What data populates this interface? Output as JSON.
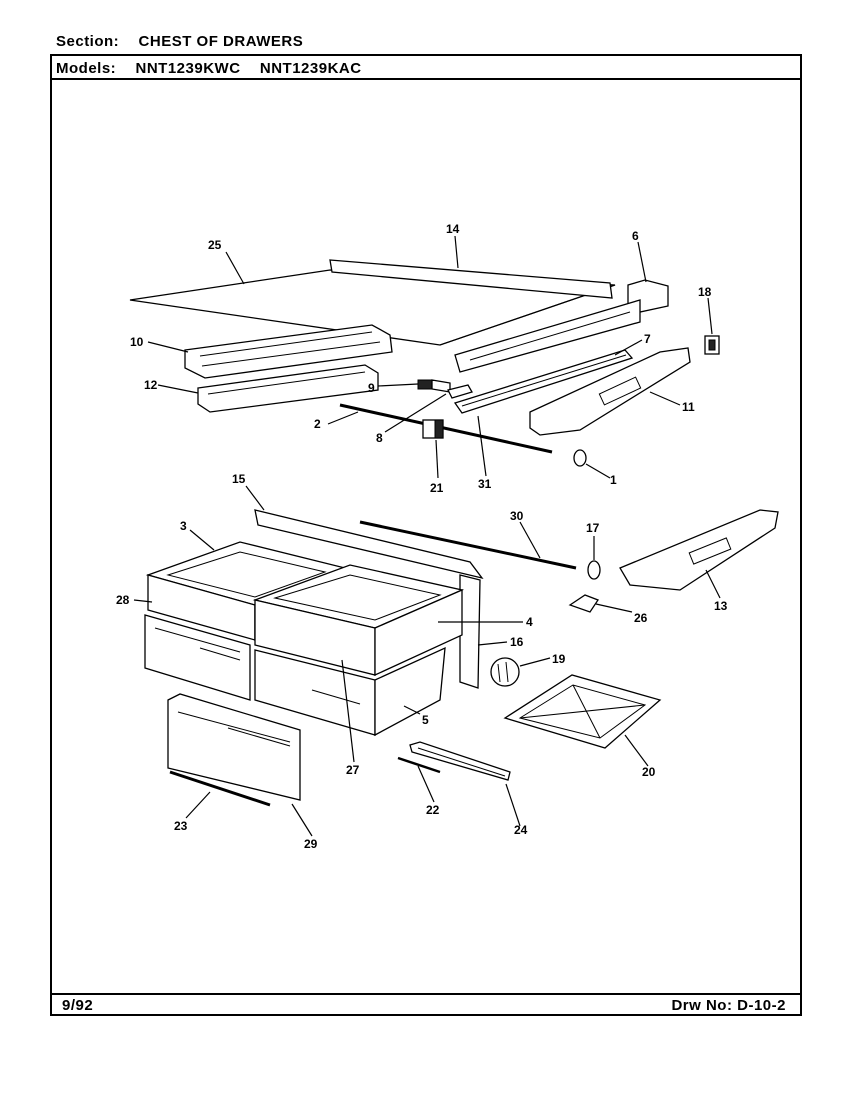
{
  "header": {
    "section_label": "Section:",
    "section_value": "CHEST OF DRAWERS",
    "models_label": "Models:",
    "models_value_1": "NNT1239KWC",
    "models_value_2": "NNT1239KAC"
  },
  "footer": {
    "date": "9/92",
    "drw_label": "Drw No:",
    "drw_value": "D-10-2"
  },
  "callouts": {
    "c1": "1",
    "c2": "2",
    "c3": "3",
    "c4": "4",
    "c5": "5",
    "c6": "6",
    "c7": "7",
    "c8": "8",
    "c9": "9",
    "c10": "10",
    "c11": "11",
    "c12": "12",
    "c13": "13",
    "c14": "14",
    "c15": "15",
    "c16": "16",
    "c17": "17",
    "c18": "18",
    "c19": "19",
    "c20": "20",
    "c21": "21",
    "c22": "22",
    "c23": "23",
    "c24": "24",
    "c25": "25",
    "c26": "26",
    "c27": "27",
    "c28": "28",
    "c29": "29",
    "c30": "30",
    "c31": "31"
  }
}
